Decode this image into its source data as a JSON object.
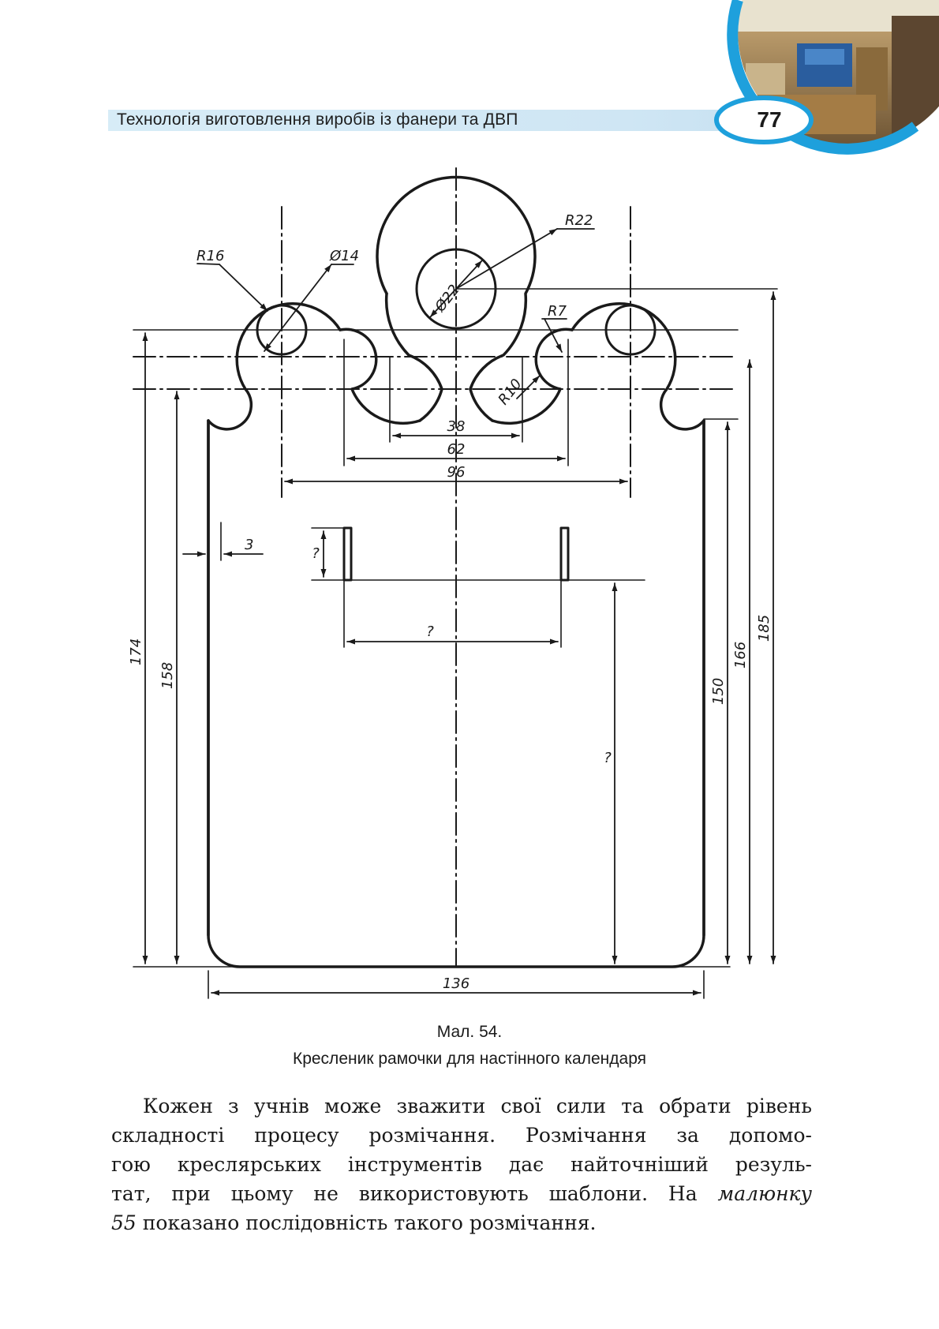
{
  "header": {
    "title": "Технологія виготовлення виробів із фанери та ДВП",
    "page_number": "77"
  },
  "drawing": {
    "labels": {
      "r16": "R16",
      "d14": "Ø14",
      "r22": "R22",
      "d22": "Ø22",
      "r7": "R7",
      "r10": "R10",
      "dim38": "38",
      "dim62": "62",
      "dim96": "96",
      "dim3": "3",
      "q_slot_height": "?",
      "q_slot_spacing": "?",
      "q_slot_position": "?",
      "dim174": "174",
      "dim158": "158",
      "dim150": "150",
      "dim166": "166",
      "dim185": "185",
      "dim136": "136"
    }
  },
  "figure": {
    "number": "Мал. 54.",
    "caption": "Кресленик рамочки для настінного календаря"
  },
  "body": {
    "line1": "Кожен з учнів може зважити свої сили та обрати рівень",
    "line2": "складності процесу розмічання. Розмічання за допомо-",
    "line3": "гою креслярських інструментів дає найточніший резуль-",
    "line4_a": "тат, при цьому не використовують шаблони. На ",
    "line4_em": "малюнку",
    "line5_em": "55",
    "line5_b": " показано послідовність такого розмічання."
  },
  "colors": {
    "header_band": "#d7ecf7",
    "badge_border": "#1ea0dc",
    "drawing_ink": "#1a1a1a"
  }
}
